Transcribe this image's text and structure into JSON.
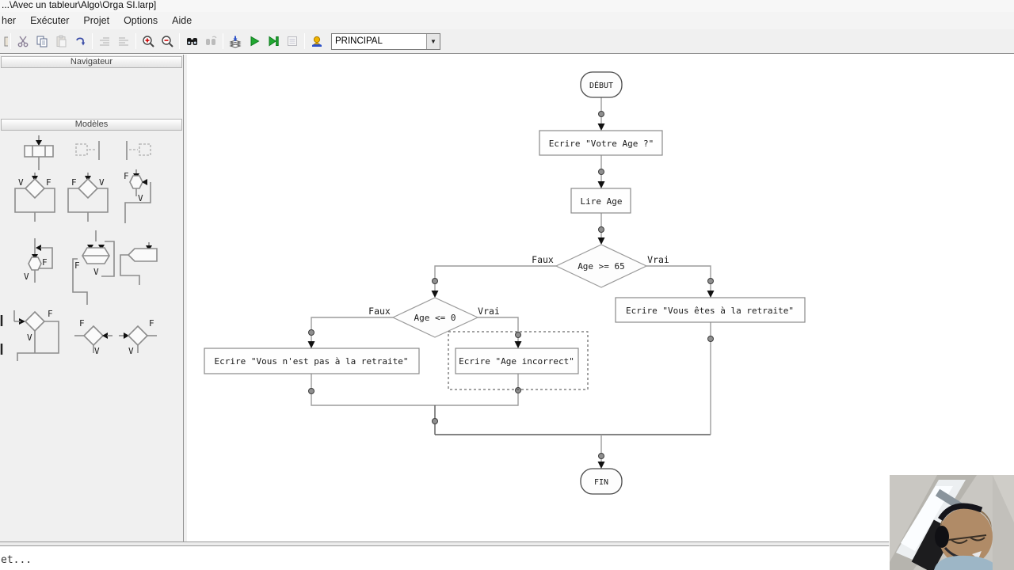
{
  "window": {
    "title": "...\\Avec un tableur\\Algo\\Orga SI.larp]"
  },
  "menu": {
    "items": [
      "her",
      "Exécuter",
      "Projet",
      "Options",
      "Aide"
    ]
  },
  "toolbar": {
    "combo_value": "PRINCIPAL",
    "icons": [
      "cut",
      "copy",
      "paste",
      "undo",
      "indent-left",
      "indent-right",
      "zoom-in",
      "zoom-out",
      "find",
      "find-next",
      "compile",
      "run",
      "run-to-cursor",
      "report",
      "help"
    ]
  },
  "sidebar": {
    "navigator_title": "Navigateur",
    "models_title": "Modèles"
  },
  "flowchart": {
    "start": "DÉBUT",
    "end": "FIN",
    "nodes": {
      "ask_age": "Ecrire \"Votre Age ?\"",
      "read_age": "Lire Age",
      "cond_retired": "Age >= 65",
      "cond_invalid": "Age <= 0",
      "not_retired": "Ecrire \"Vous n'est pas à la retraite\"",
      "invalid_age": "Ecrire \"Age incorrect\"",
      "retired": "Ecrire \"Vous êtes à la retraite\""
    },
    "branch_labels": {
      "false": "Faux",
      "true": "Vrai"
    }
  },
  "statusbar": {
    "text": "et..."
  }
}
